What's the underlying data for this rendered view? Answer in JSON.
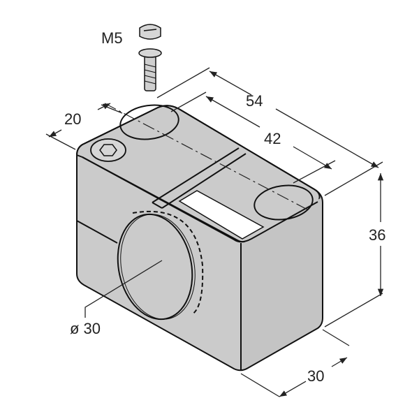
{
  "title": "Mounting clamp dimension drawing",
  "colors": {
    "body": "#cbcbcb",
    "top": "#d6d6d6",
    "right": "#c4c4c4",
    "line": "#111111",
    "window": "#ffffff"
  },
  "labels": {
    "screw": "M5",
    "length_outer": "54",
    "length_slots": "42",
    "width_top": "20",
    "height": "36",
    "depth": "30",
    "bore": "ø 30"
  }
}
